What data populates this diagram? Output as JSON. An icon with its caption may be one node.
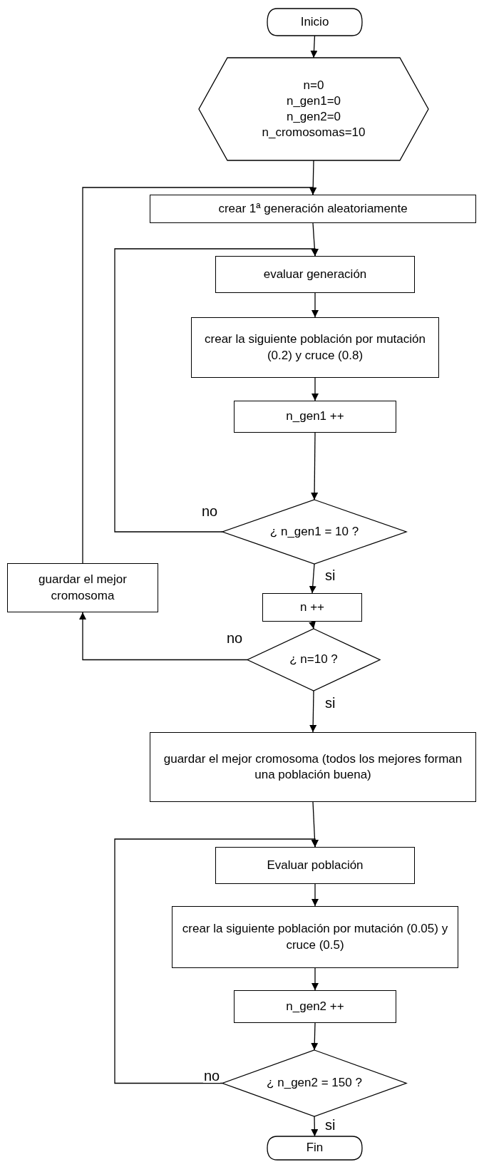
{
  "diagram": {
    "nodes": [
      {
        "text": [
          "Inicio"
        ]
      },
      {
        "text": [
          "n=0",
          "n_gen1=0",
          "n_gen2=0",
          "n_cromosomas=10"
        ]
      },
      {
        "text": [
          "crear 1ª generación aleatoriamente"
        ]
      },
      {
        "text": [
          "evaluar generación"
        ]
      },
      {
        "text": [
          "crear la siguiente población por mutación (0.2) y cruce (0.8)"
        ]
      },
      {
        "text": [
          "n_gen1 ++"
        ]
      },
      {
        "text": [
          "¿ n_gen1 = 10 ?"
        ]
      },
      {
        "text": [
          "n ++"
        ]
      },
      {
        "text": [
          "guardar el mejor cromosoma"
        ]
      },
      {
        "text": [
          "¿ n=10 ?"
        ]
      },
      {
        "text": [
          "guardar el mejor cromosoma (todos los mejores forman una población buena)"
        ]
      },
      {
        "text": [
          "Evaluar población"
        ]
      },
      {
        "text": [
          "crear la siguiente población por mutación (0.05) y cruce (0.5)"
        ]
      },
      {
        "text": [
          "n_gen2 ++"
        ]
      },
      {
        "text": [
          "¿ n_gen2 = 150 ?"
        ]
      },
      {
        "text": [
          "Fin"
        ]
      }
    ],
    "edges": [
      {
        "from": 0,
        "to": 1,
        "arrow": "to"
      },
      {
        "from": 1,
        "to": 2,
        "arrow": "to"
      },
      {
        "from": 8,
        "to": 2,
        "arrow": "to"
      },
      {
        "from": 2,
        "to": 3,
        "arrow": "to"
      },
      {
        "from": 6,
        "to": 3,
        "arrow": "to",
        "label": "no"
      },
      {
        "from": 3,
        "to": 4,
        "arrow": "to"
      },
      {
        "from": 4,
        "to": 5,
        "arrow": "to"
      },
      {
        "from": 5,
        "to": 6,
        "arrow": "to"
      },
      {
        "from": 6,
        "to": 7,
        "arrow": "to",
        "label": "si"
      },
      {
        "from": 7,
        "to": 9,
        "arrow": "to"
      },
      {
        "from": 9,
        "to": 8,
        "arrow": "to",
        "label": "no"
      },
      {
        "from": 9,
        "to": 10,
        "arrow": "to",
        "label": "si"
      },
      {
        "from": 10,
        "to": 11,
        "arrow": "to"
      },
      {
        "from": 14,
        "to": 11,
        "arrow": "to",
        "label": "no"
      },
      {
        "from": 11,
        "to": 12,
        "arrow": "to"
      },
      {
        "from": 12,
        "to": 13,
        "arrow": "to"
      },
      {
        "from": 13,
        "to": 14,
        "arrow": "to"
      },
      {
        "from": 14,
        "to": 15,
        "arrow": "to",
        "label": "si"
      }
    ]
  }
}
